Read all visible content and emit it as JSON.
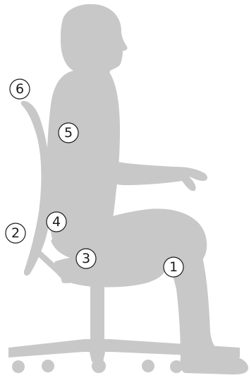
{
  "colors": {
    "figure_fill": "#c8c8c8",
    "chair_fill": "#c8c8c8",
    "callout_stroke": "#1a1a1a",
    "background": "#ffffff"
  },
  "callouts": [
    {
      "id": "1",
      "label": "1"
    },
    {
      "id": "2",
      "label": "2"
    },
    {
      "id": "3",
      "label": "3"
    },
    {
      "id": "4",
      "label": "4"
    },
    {
      "id": "5",
      "label": "5"
    },
    {
      "id": "6",
      "label": "6"
    }
  ]
}
